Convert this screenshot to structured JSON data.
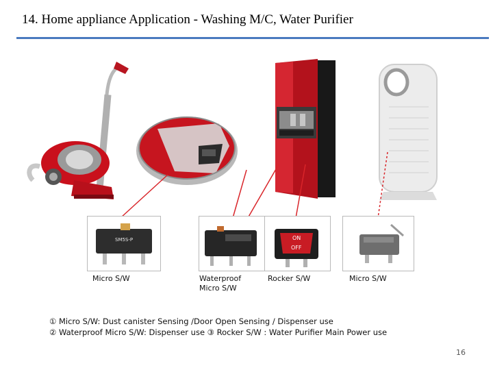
{
  "slide": {
    "title": "14. Home appliance Application - Washing M/C, Water Purifier",
    "page_number": "16"
  },
  "switches": [
    {
      "caption": "Micro S/W"
    },
    {
      "caption": "Waterproof Micro S/W"
    },
    {
      "caption": "Rocker S/W"
    },
    {
      "caption": "Micro S/W"
    }
  ],
  "switch_labels": {
    "micro_1": "SM5S-P",
    "rocker_on": "ON",
    "rocker_off": "OFF"
  },
  "notes": {
    "line1": "① Micro S/W: Dust canister Sensing /Door Open Sensing / Dispenser use",
    "line2": "② Waterproof Micro S/W:  Dispenser use     ③ Rocker S/W :  Water Purifier Main Power use"
  },
  "colors": {
    "title_rule": "#4a7abf",
    "connector": "#d9252a",
    "appliance_red": "#c1121f"
  }
}
